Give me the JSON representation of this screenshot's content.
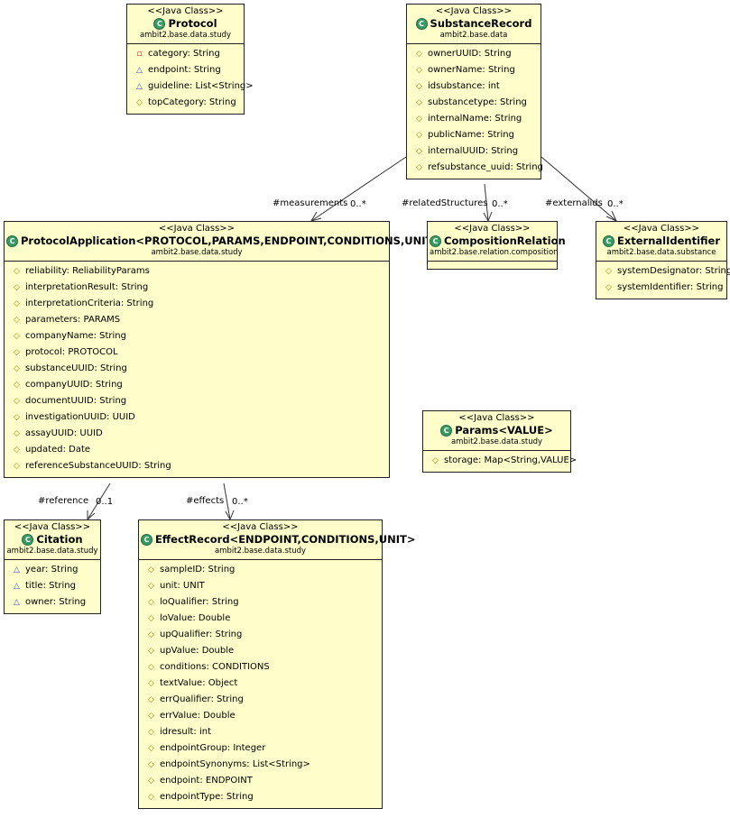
{
  "stereotype": "<<Java Class>>",
  "class_icon": "C",
  "classes": {
    "protocol": {
      "name": "Protocol",
      "package": "ambit2.base.data.study",
      "fields": [
        {
          "vis": "private",
          "text": "category: String"
        },
        {
          "vis": "protected",
          "text": "endpoint: String"
        },
        {
          "vis": "protected",
          "text": "guideline: List<String>"
        },
        {
          "vis": "package",
          "text": "topCategory: String"
        }
      ]
    },
    "substance_record": {
      "name": "SubstanceRecord",
      "package": "ambit2.base.data",
      "fields": [
        {
          "vis": "package",
          "text": "ownerUUID: String"
        },
        {
          "vis": "package",
          "text": "ownerName: String"
        },
        {
          "vis": "package",
          "text": "idsubstance: int"
        },
        {
          "vis": "package",
          "text": "substancetype: String"
        },
        {
          "vis": "package",
          "text": "internalName: String"
        },
        {
          "vis": "package",
          "text": "publicName: String"
        },
        {
          "vis": "package",
          "text": "internalUUID: String"
        },
        {
          "vis": "package",
          "text": "refsubstance_uuid: String"
        }
      ]
    },
    "protocol_application": {
      "name": "ProtocolApplication<PROTOCOL,PARAMS,ENDPOINT,CONDITIONS,UNIT>",
      "package": "ambit2.base.data.study",
      "fields": [
        {
          "vis": "package",
          "text": "reliability: ReliabilityParams"
        },
        {
          "vis": "package",
          "text": "interpretationResult: String"
        },
        {
          "vis": "package",
          "text": "interpretationCriteria: String"
        },
        {
          "vis": "package",
          "text": "parameters: PARAMS"
        },
        {
          "vis": "package",
          "text": "companyName: String"
        },
        {
          "vis": "package",
          "text": "protocol: PROTOCOL"
        },
        {
          "vis": "package",
          "text": "substanceUUID: String"
        },
        {
          "vis": "package",
          "text": "companyUUID: String"
        },
        {
          "vis": "package",
          "text": "documentUUID: String"
        },
        {
          "vis": "package",
          "text": "investigationUUID: UUID"
        },
        {
          "vis": "package",
          "text": "assayUUID: UUID"
        },
        {
          "vis": "package",
          "text": "updated: Date"
        },
        {
          "vis": "package",
          "text": "referenceSubstanceUUID: String"
        }
      ]
    },
    "composition_relation": {
      "name": "CompositionRelation",
      "package": "ambit2.base.relation.composition",
      "fields": []
    },
    "external_identifier": {
      "name": "ExternalIdentifier",
      "package": "ambit2.base.data.substance",
      "fields": [
        {
          "vis": "package",
          "text": "systemDesignator: String"
        },
        {
          "vis": "package",
          "text": "systemIdentifier: String"
        }
      ]
    },
    "params": {
      "name": "Params<VALUE>",
      "package": "ambit2.base.data.study",
      "fields": [
        {
          "vis": "package",
          "text": "storage: Map<String,VALUE>"
        }
      ]
    },
    "citation": {
      "name": "Citation",
      "package": "ambit2.base.data.study",
      "fields": [
        {
          "vis": "protected",
          "text": "year: String"
        },
        {
          "vis": "protected",
          "text": "title: String"
        },
        {
          "vis": "protected",
          "text": "owner: String"
        }
      ]
    },
    "effect_record": {
      "name": "EffectRecord<ENDPOINT,CONDITIONS,UNIT>",
      "package": "ambit2.base.data.study",
      "fields": [
        {
          "vis": "package",
          "text": "sampleID: String"
        },
        {
          "vis": "package",
          "text": "unit: UNIT"
        },
        {
          "vis": "package",
          "text": "loQualifier: String"
        },
        {
          "vis": "package",
          "text": "loValue: Double"
        },
        {
          "vis": "package",
          "text": "upQualifier: String"
        },
        {
          "vis": "package",
          "text": "upValue: Double"
        },
        {
          "vis": "package",
          "text": "conditions: CONDITIONS"
        },
        {
          "vis": "package",
          "text": "textValue: Object"
        },
        {
          "vis": "package",
          "text": "errQualifier: String"
        },
        {
          "vis": "package",
          "text": "errValue: Double"
        },
        {
          "vis": "package",
          "text": "idresult: int"
        },
        {
          "vis": "package",
          "text": "endpointGroup: Integer"
        },
        {
          "vis": "package",
          "text": "endpointSynonyms: List<String>"
        },
        {
          "vis": "package",
          "text": "endpoint: ENDPOINT"
        },
        {
          "vis": "package",
          "text": "endpointType: String"
        }
      ]
    }
  },
  "associations": {
    "measurements": {
      "role": "#measurements",
      "multiplicity": "0..*"
    },
    "related_structures": {
      "role": "#relatedStructures",
      "multiplicity": "0..*"
    },
    "externalids": {
      "role": "#externalids",
      "multiplicity": "0..*"
    },
    "reference": {
      "role": "#reference",
      "multiplicity": "0..1"
    },
    "effects": {
      "role": "#effects",
      "multiplicity": "0..*"
    }
  }
}
